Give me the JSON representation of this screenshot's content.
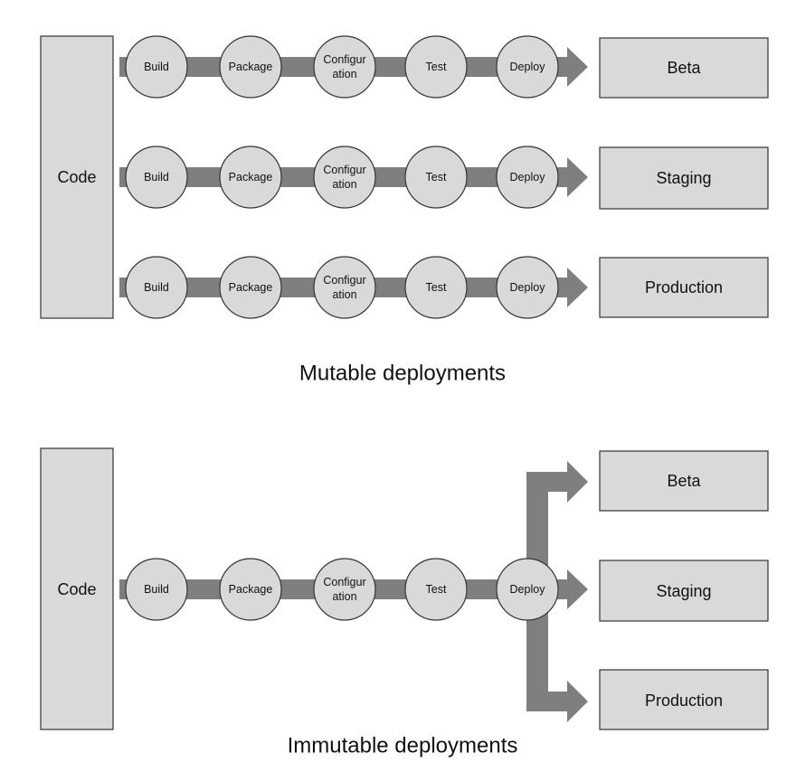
{
  "colors": {
    "box_fill": "#d9d9d9",
    "stroke": "#333333",
    "arrow": "#7f7f7f",
    "background": "#ffffff"
  },
  "mutable": {
    "caption": "Mutable deployments",
    "source": "Code",
    "pipelines": [
      {
        "target": "Beta",
        "stages": [
          {
            "lines": [
              "Build"
            ]
          },
          {
            "lines": [
              "Package"
            ]
          },
          {
            "lines": [
              "Configur",
              "ation"
            ]
          },
          {
            "lines": [
              "Test"
            ]
          },
          {
            "lines": [
              "Deploy"
            ]
          }
        ]
      },
      {
        "target": "Staging",
        "stages": [
          {
            "lines": [
              "Build"
            ]
          },
          {
            "lines": [
              "Package"
            ]
          },
          {
            "lines": [
              "Configur",
              "ation"
            ]
          },
          {
            "lines": [
              "Test"
            ]
          },
          {
            "lines": [
              "Deploy"
            ]
          }
        ]
      },
      {
        "target": "Production",
        "stages": [
          {
            "lines": [
              "Build"
            ]
          },
          {
            "lines": [
              "Package"
            ]
          },
          {
            "lines": [
              "Configur",
              "ation"
            ]
          },
          {
            "lines": [
              "Test"
            ]
          },
          {
            "lines": [
              "Deploy"
            ]
          }
        ]
      }
    ]
  },
  "immutable": {
    "caption": "Immutable deployments",
    "source": "Code",
    "stages": [
      {
        "lines": [
          "Build"
        ]
      },
      {
        "lines": [
          "Package"
        ]
      },
      {
        "lines": [
          "Configur",
          "ation"
        ]
      },
      {
        "lines": [
          "Test"
        ]
      },
      {
        "lines": [
          "Deploy"
        ]
      }
    ],
    "targets": [
      "Beta",
      "Staging",
      "Production"
    ]
  }
}
